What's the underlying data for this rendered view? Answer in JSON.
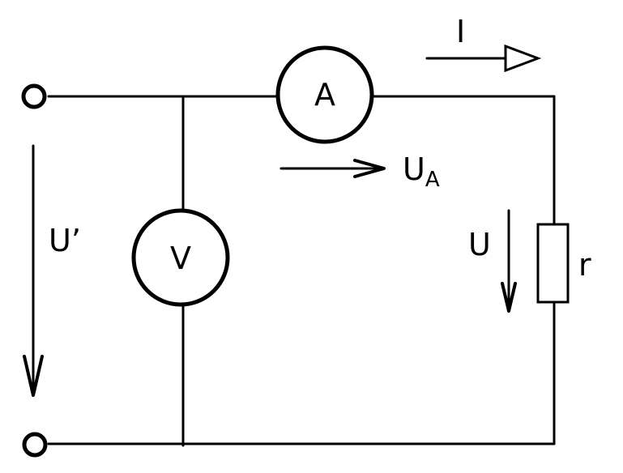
{
  "labels": {
    "ammeter": "A",
    "voltmeter": "V",
    "current": "I",
    "ammeter_voltage": "U",
    "ammeter_voltage_subscript": "A",
    "source_voltage": "U’",
    "load_voltage": "U",
    "resistor": "r"
  },
  "colors": {
    "line": "#000000",
    "background": "#ffffff"
  }
}
